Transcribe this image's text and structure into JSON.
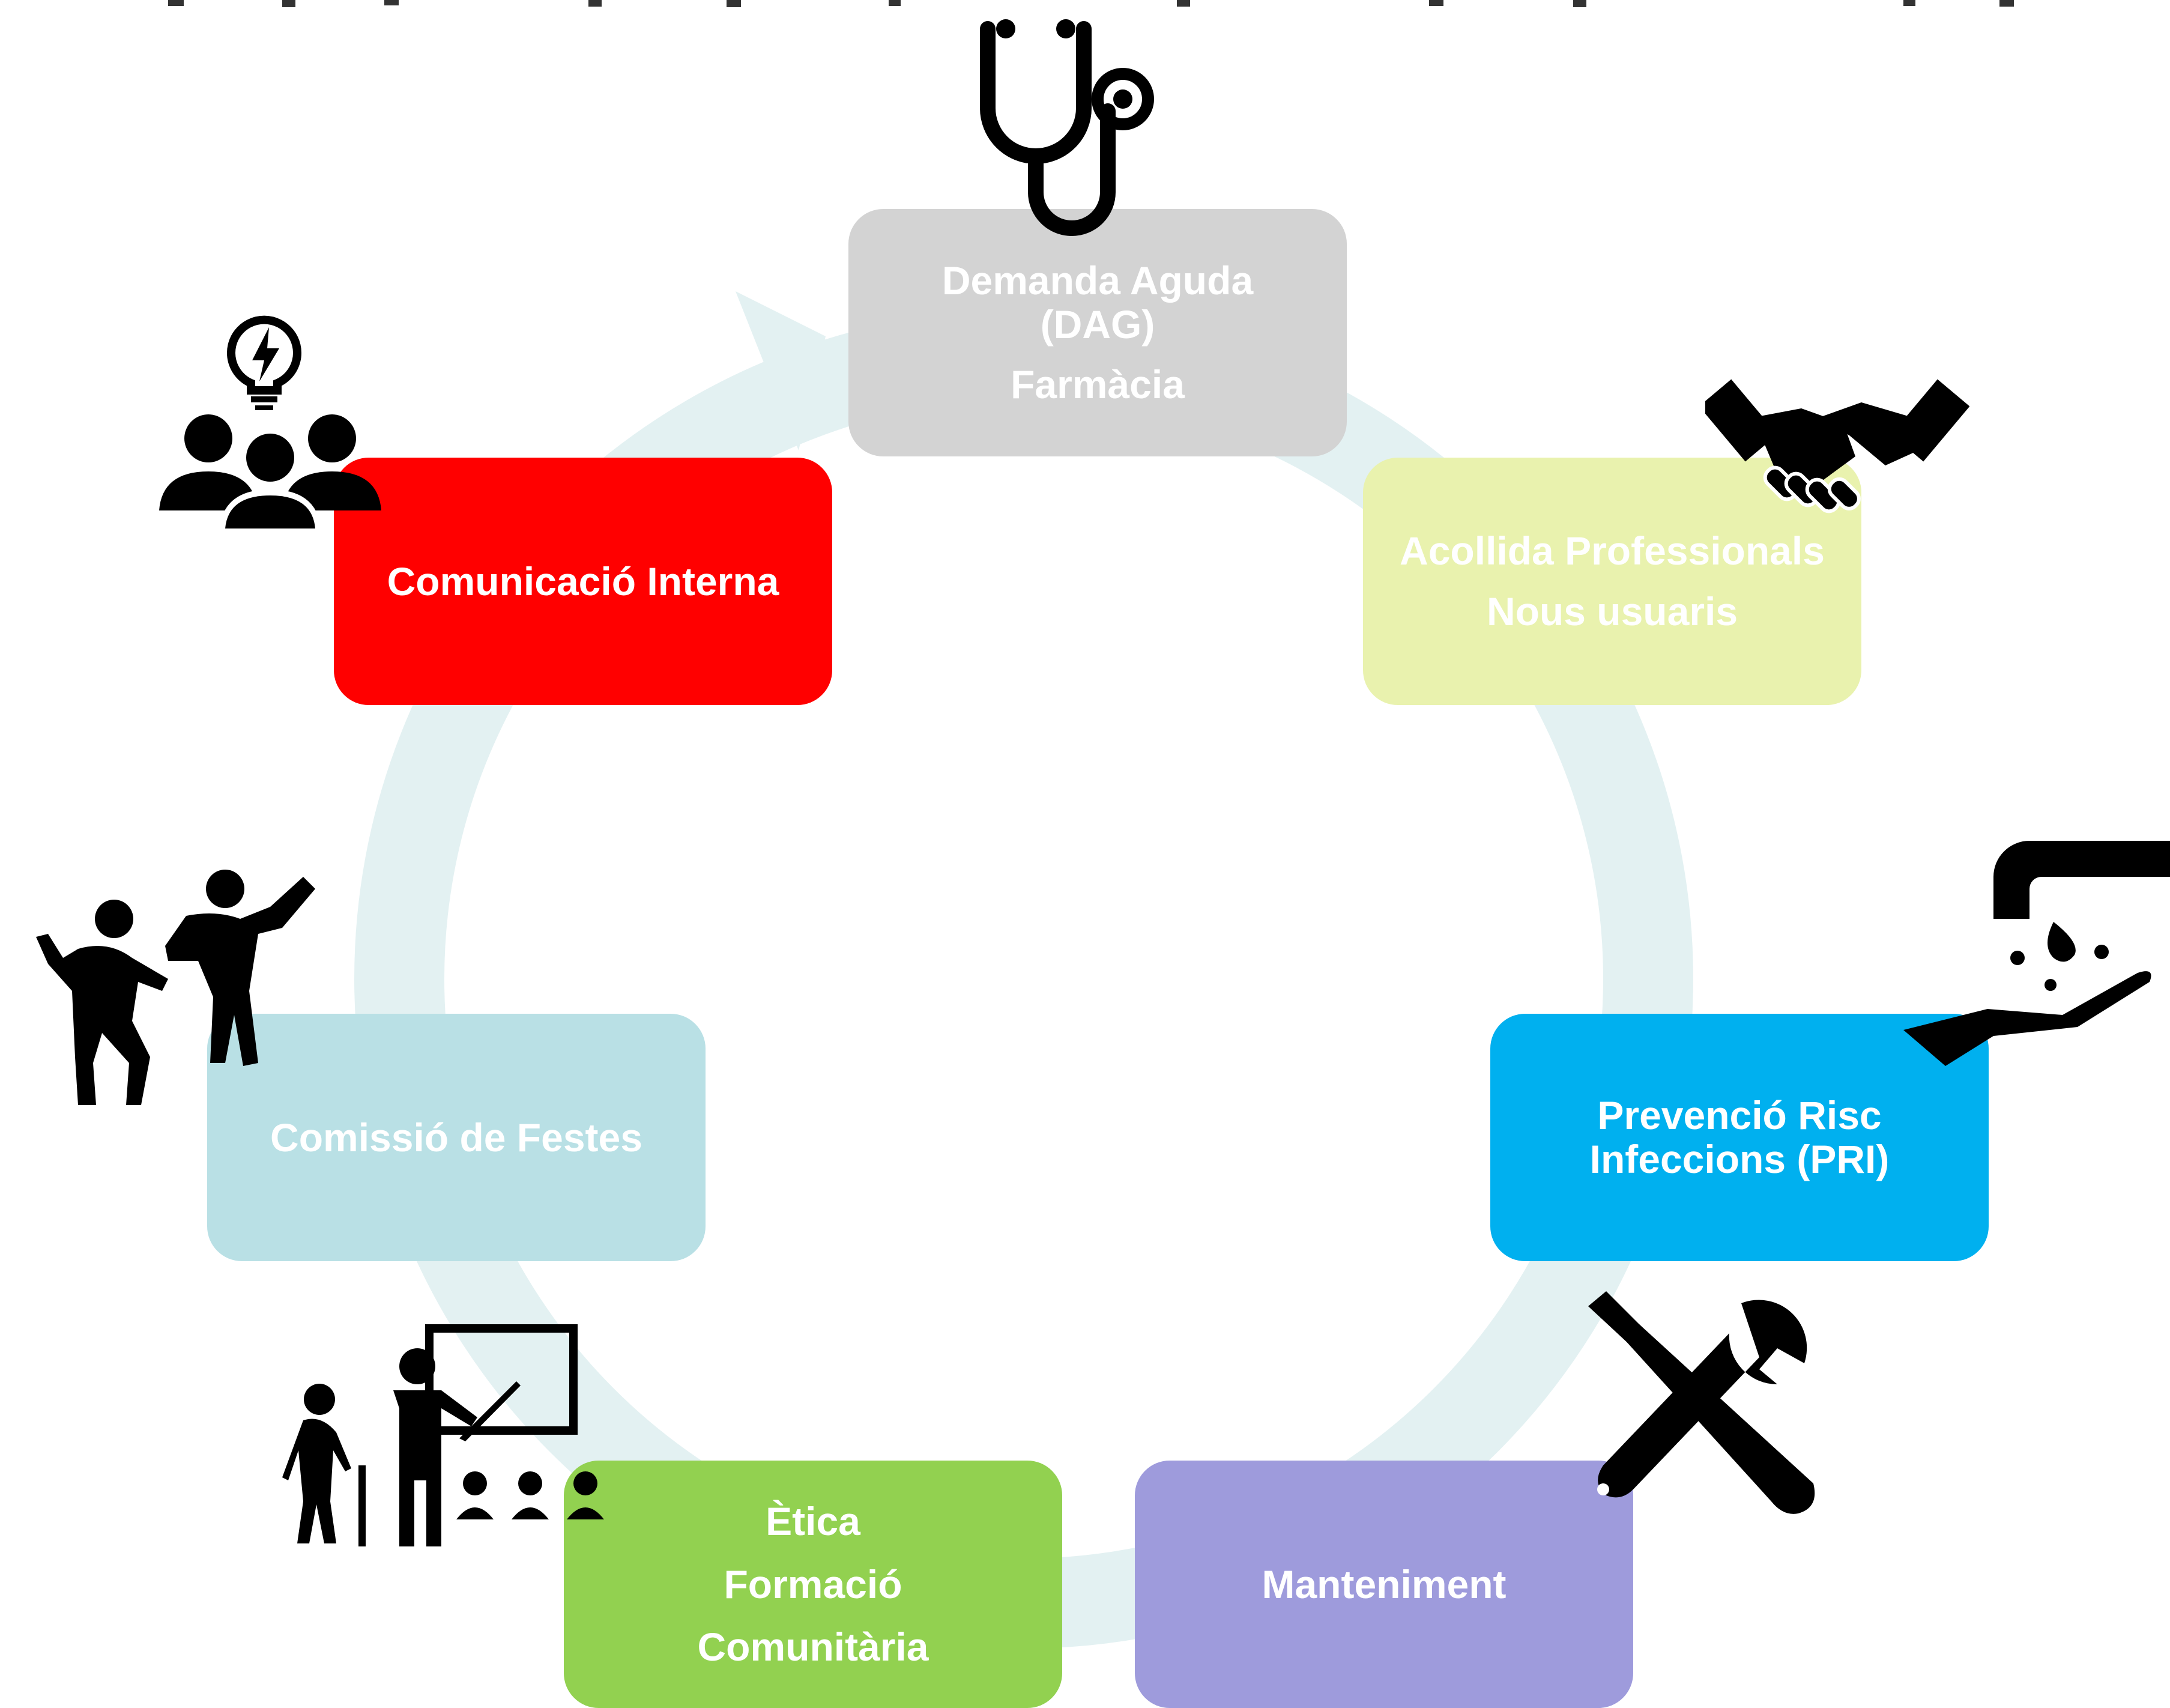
{
  "diagram": {
    "nodes": [
      {
        "id": "dag",
        "lines": [
          "Demanda Aguda",
          "(DAG)",
          "Farmàcia"
        ],
        "color": "#d3d3d3",
        "icon": "stethoscope-icon"
      },
      {
        "id": "acollida",
        "lines": [
          "Acollida Professionals",
          "Nous usuaris"
        ],
        "color": "#e9f2ae",
        "icon": "handshake-icon"
      },
      {
        "id": "pri",
        "lines": [
          "Prevenció Risc",
          "Infeccions (PRI)"
        ],
        "color": "#00b0ef",
        "icon": "hand-washing-icon"
      },
      {
        "id": "manteniment",
        "lines": [
          "Manteniment"
        ],
        "color": "#9e9bdc",
        "icon": "wrench-screwdriver-icon"
      },
      {
        "id": "etica",
        "lines": [
          "Ètica",
          "Formació",
          "Comunitària"
        ],
        "color": "#92d150",
        "icon": "teacher-class-icon"
      },
      {
        "id": "festes",
        "lines": [
          "Comissió de Festes"
        ],
        "color": "#b9e0e5",
        "icon": "dancing-people-icon"
      },
      {
        "id": "comunicacio",
        "lines": [
          "Comunicació Interna"
        ],
        "color": "#ff0000",
        "icon": "team-idea-icon"
      }
    ],
    "cycle_color": "#e3f1f2"
  }
}
